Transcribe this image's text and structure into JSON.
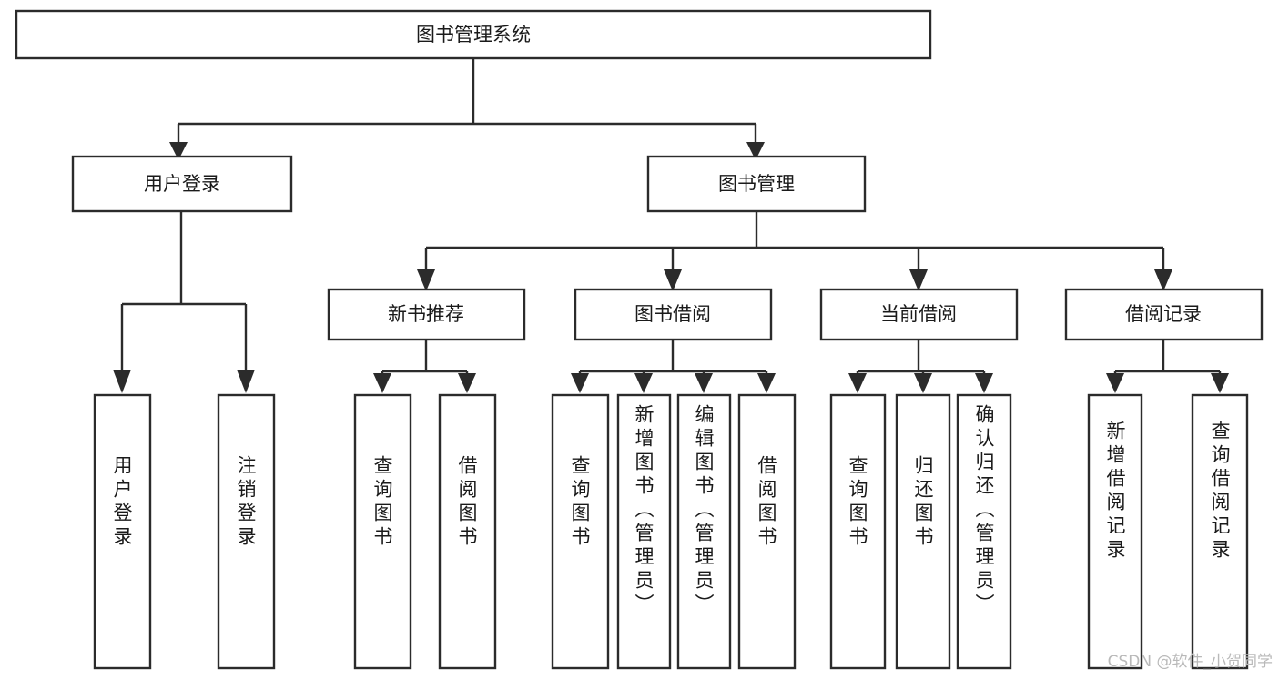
{
  "diagram": {
    "title": "图书管理系统",
    "type": "tree-hierarchy-chart",
    "colors": {
      "box_fill": "#ffffff",
      "box_stroke": "#2b2b2b",
      "text": "#1a1a1a",
      "background": "#ffffff",
      "watermark": "#b9b9b9"
    },
    "root": {
      "label": "图书管理系统"
    },
    "level2": [
      {
        "label": "用户登录"
      },
      {
        "label": "图书管理"
      }
    ],
    "level3": [
      {
        "label": "新书推荐"
      },
      {
        "label": "图书借阅"
      },
      {
        "label": "当前借阅"
      },
      {
        "label": "借阅记录"
      }
    ],
    "leaves": {
      "user_login": [
        {
          "label": "用户登录"
        },
        {
          "label": "注销登录"
        }
      ],
      "new_book_recommend": [
        {
          "label": "查询图书"
        },
        {
          "label": "借阅图书"
        }
      ],
      "book_borrow": [
        {
          "label": "查询图书"
        },
        {
          "label": "新增图书（管理员）"
        },
        {
          "label": "编辑图书（管理员）"
        },
        {
          "label": "借阅图书"
        }
      ],
      "current_borrow": [
        {
          "label": "查询图书"
        },
        {
          "label": "归还图书"
        },
        {
          "label": "确认归还（管理员）"
        }
      ],
      "borrow_record": [
        {
          "label": "新增借阅记录"
        },
        {
          "label": "查询借阅记录"
        }
      ]
    }
  },
  "watermark": {
    "label": "CSDN @软件_小贺同学"
  }
}
